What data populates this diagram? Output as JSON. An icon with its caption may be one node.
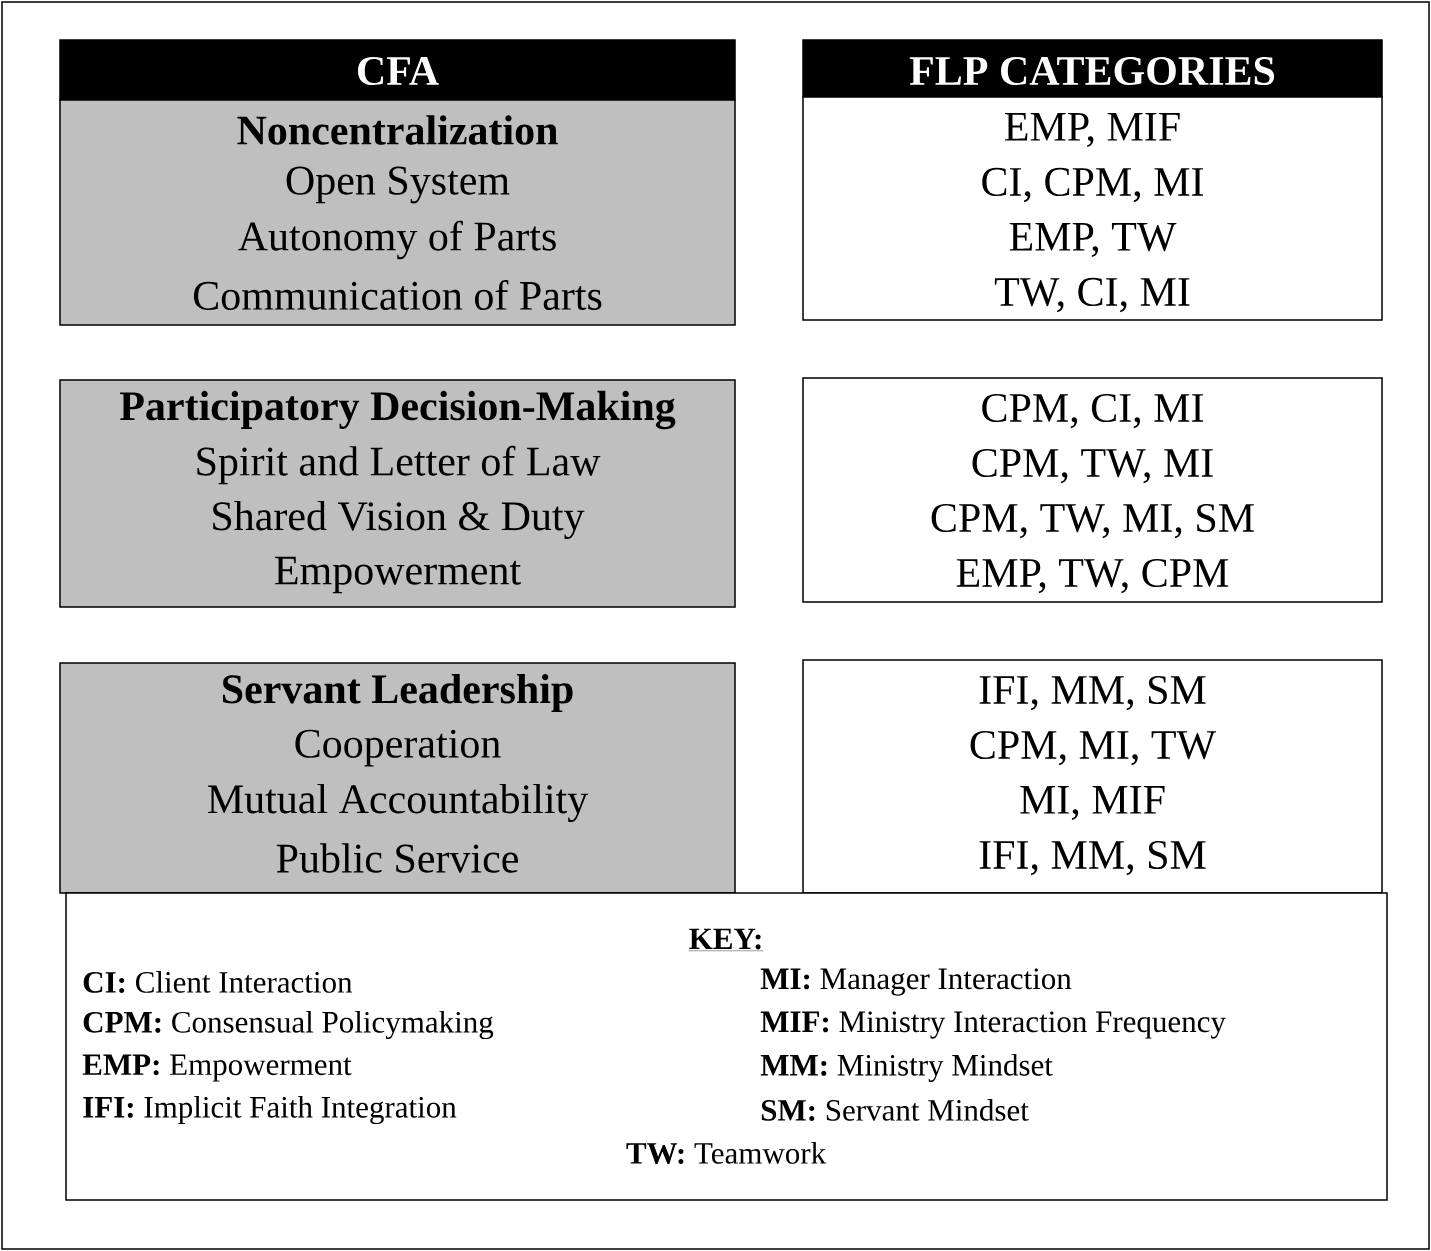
{
  "diagram": {
    "nodes": [
      {
        "text": [
          "CFA"
        ]
      },
      {
        "text": [
          "FLP CATEGORIES"
        ]
      },
      {
        "text": [
          "Noncentralization",
          "Open System",
          "Autonomy of Parts",
          "Communication of Parts"
        ]
      },
      {
        "text": [
          "EMP, MIF",
          "CI, CPM, MI",
          "EMP, TW",
          "TW, CI, MI"
        ]
      },
      {
        "text": [
          "Participatory Decision-Making",
          "Spirit and Letter of Law",
          "Shared Vision & Duty",
          "Empowerment"
        ]
      },
      {
        "text": [
          "CPM, CI, MI",
          "CPM, TW, MI",
          "CPM, TW, MI, SM",
          "EMP, TW, CPM"
        ]
      },
      {
        "text": [
          "Servant Leadership",
          "Cooperation",
          "Mutual Accountability",
          "Public Service"
        ]
      },
      {
        "text": [
          "IFI, MM, SM",
          "CPM, MI, TW",
          "MI, MIF",
          "IFI, MM, SM"
        ]
      },
      {
        "text": [
          "KEY:",
          "**CI:** Client Interaction",
          "**MI:** Manager Interaction",
          "**CPM:** Consensual Policymaking",
          "**MIF:** Ministry Interaction Frequency",
          "**EMP:** Empowerment",
          "**MM:** Ministry Mindset",
          "**IFI:** Implicit Faith Integration",
          "**SM:** Servant Mindset",
          "**TW:** Teamwork"
        ]
      }
    ]
  }
}
